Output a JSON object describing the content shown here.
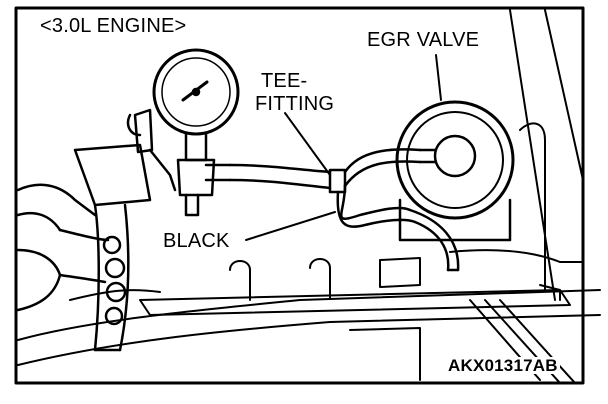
{
  "figure": {
    "title": "<3.0L ENGINE>",
    "figure_code": "AKX01317AB",
    "callouts": {
      "egr_valve": "EGR VALVE",
      "tee_line1": "TEE-",
      "tee_line2": "FITTING",
      "black_hose": "BLACK"
    }
  },
  "colors": {
    "ink": "#000000",
    "paper": "#ffffff"
  }
}
